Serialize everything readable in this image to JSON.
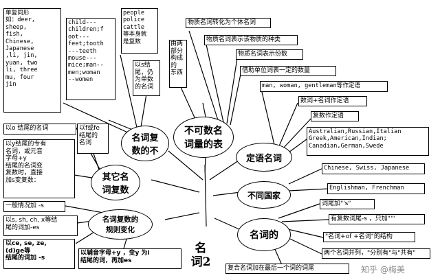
{
  "root": "名\n词2",
  "nodes": {
    "plural_irregular": "名词复\n数的不",
    "uncountable": "不可数名\n词量的表",
    "attributive": "定语名词",
    "other_plural": "其它名\n词复数",
    "nationality": "不同国家",
    "plural_rules": "名词复数的\n规则变化",
    "possessive": "名词的"
  },
  "boxes": {
    "same_form": "单复同形\n如：deer,\nsheep,\nfish,\nChinese,\nJapanese\n,li, jin,\nyuan, two\nli, three\nmu, four\njin",
    "vowel_change": "child---\nchildren;f\noot---\nfeet;tooth\n---teeth\nmouse---\nmice;man--\nmen;woman\n--women",
    "collective": "people\npolice\ncattle\n等本身就\n是复数",
    "s_ending": "以s结\n尾，仍\n为单数\n的名词",
    "two_part": "由两\n部分\n构成的\n东西",
    "individual": "物质名词转化为个体名词",
    "kinds": "物质名词表示该物质的种类",
    "portions": "物质名词表示份数",
    "unit_words": "借助单位词表一定的数量",
    "man_woman": "man, woman, gentleman等作定语",
    "number_noun": "数词+名词作定语",
    "plural_attr": "复数作定语",
    "australian": "Australian,Russian,Italian\nGreek,American,Indian;\nCanadian,German,Swede",
    "chinese": "Chinese, Swiss, Japanese",
    "englishman": "Englishman, Frenchman",
    "add_apostrophe_s": "词尾加\"'s\"",
    "plural_ending_s": "有复数词尾-s ，只加\"'\"",
    "of_structure": "\"名词+of +名词\"的结构",
    "joint_owner": "两个名词并列，\"分别有\"与\"共有\"",
    "compound_last": "复合名词加在最后一个词的词尾",
    "o_ending": "以o 结尾的名词",
    "f_fe_ending": "以f或fe\n结尾的\n名词",
    "y_proper": "以y结尾的专有\n名词，或元音\n字母+y\n结尾的名词变\n复数时，直接\n加s变复数：",
    "general_s": "一般情况加 -s",
    "s_sh_ch_x": "以s, sh, ch, x等结\n尾的词加-es",
    "ce_se_ze": "以ce, se, ze,\n(d)ge等\n结尾的词加 -s",
    "consonant_y": "以辅音字母+y ，变y 为i\n结尾的词，再加es"
  },
  "watermark": "知乎 @梅美"
}
